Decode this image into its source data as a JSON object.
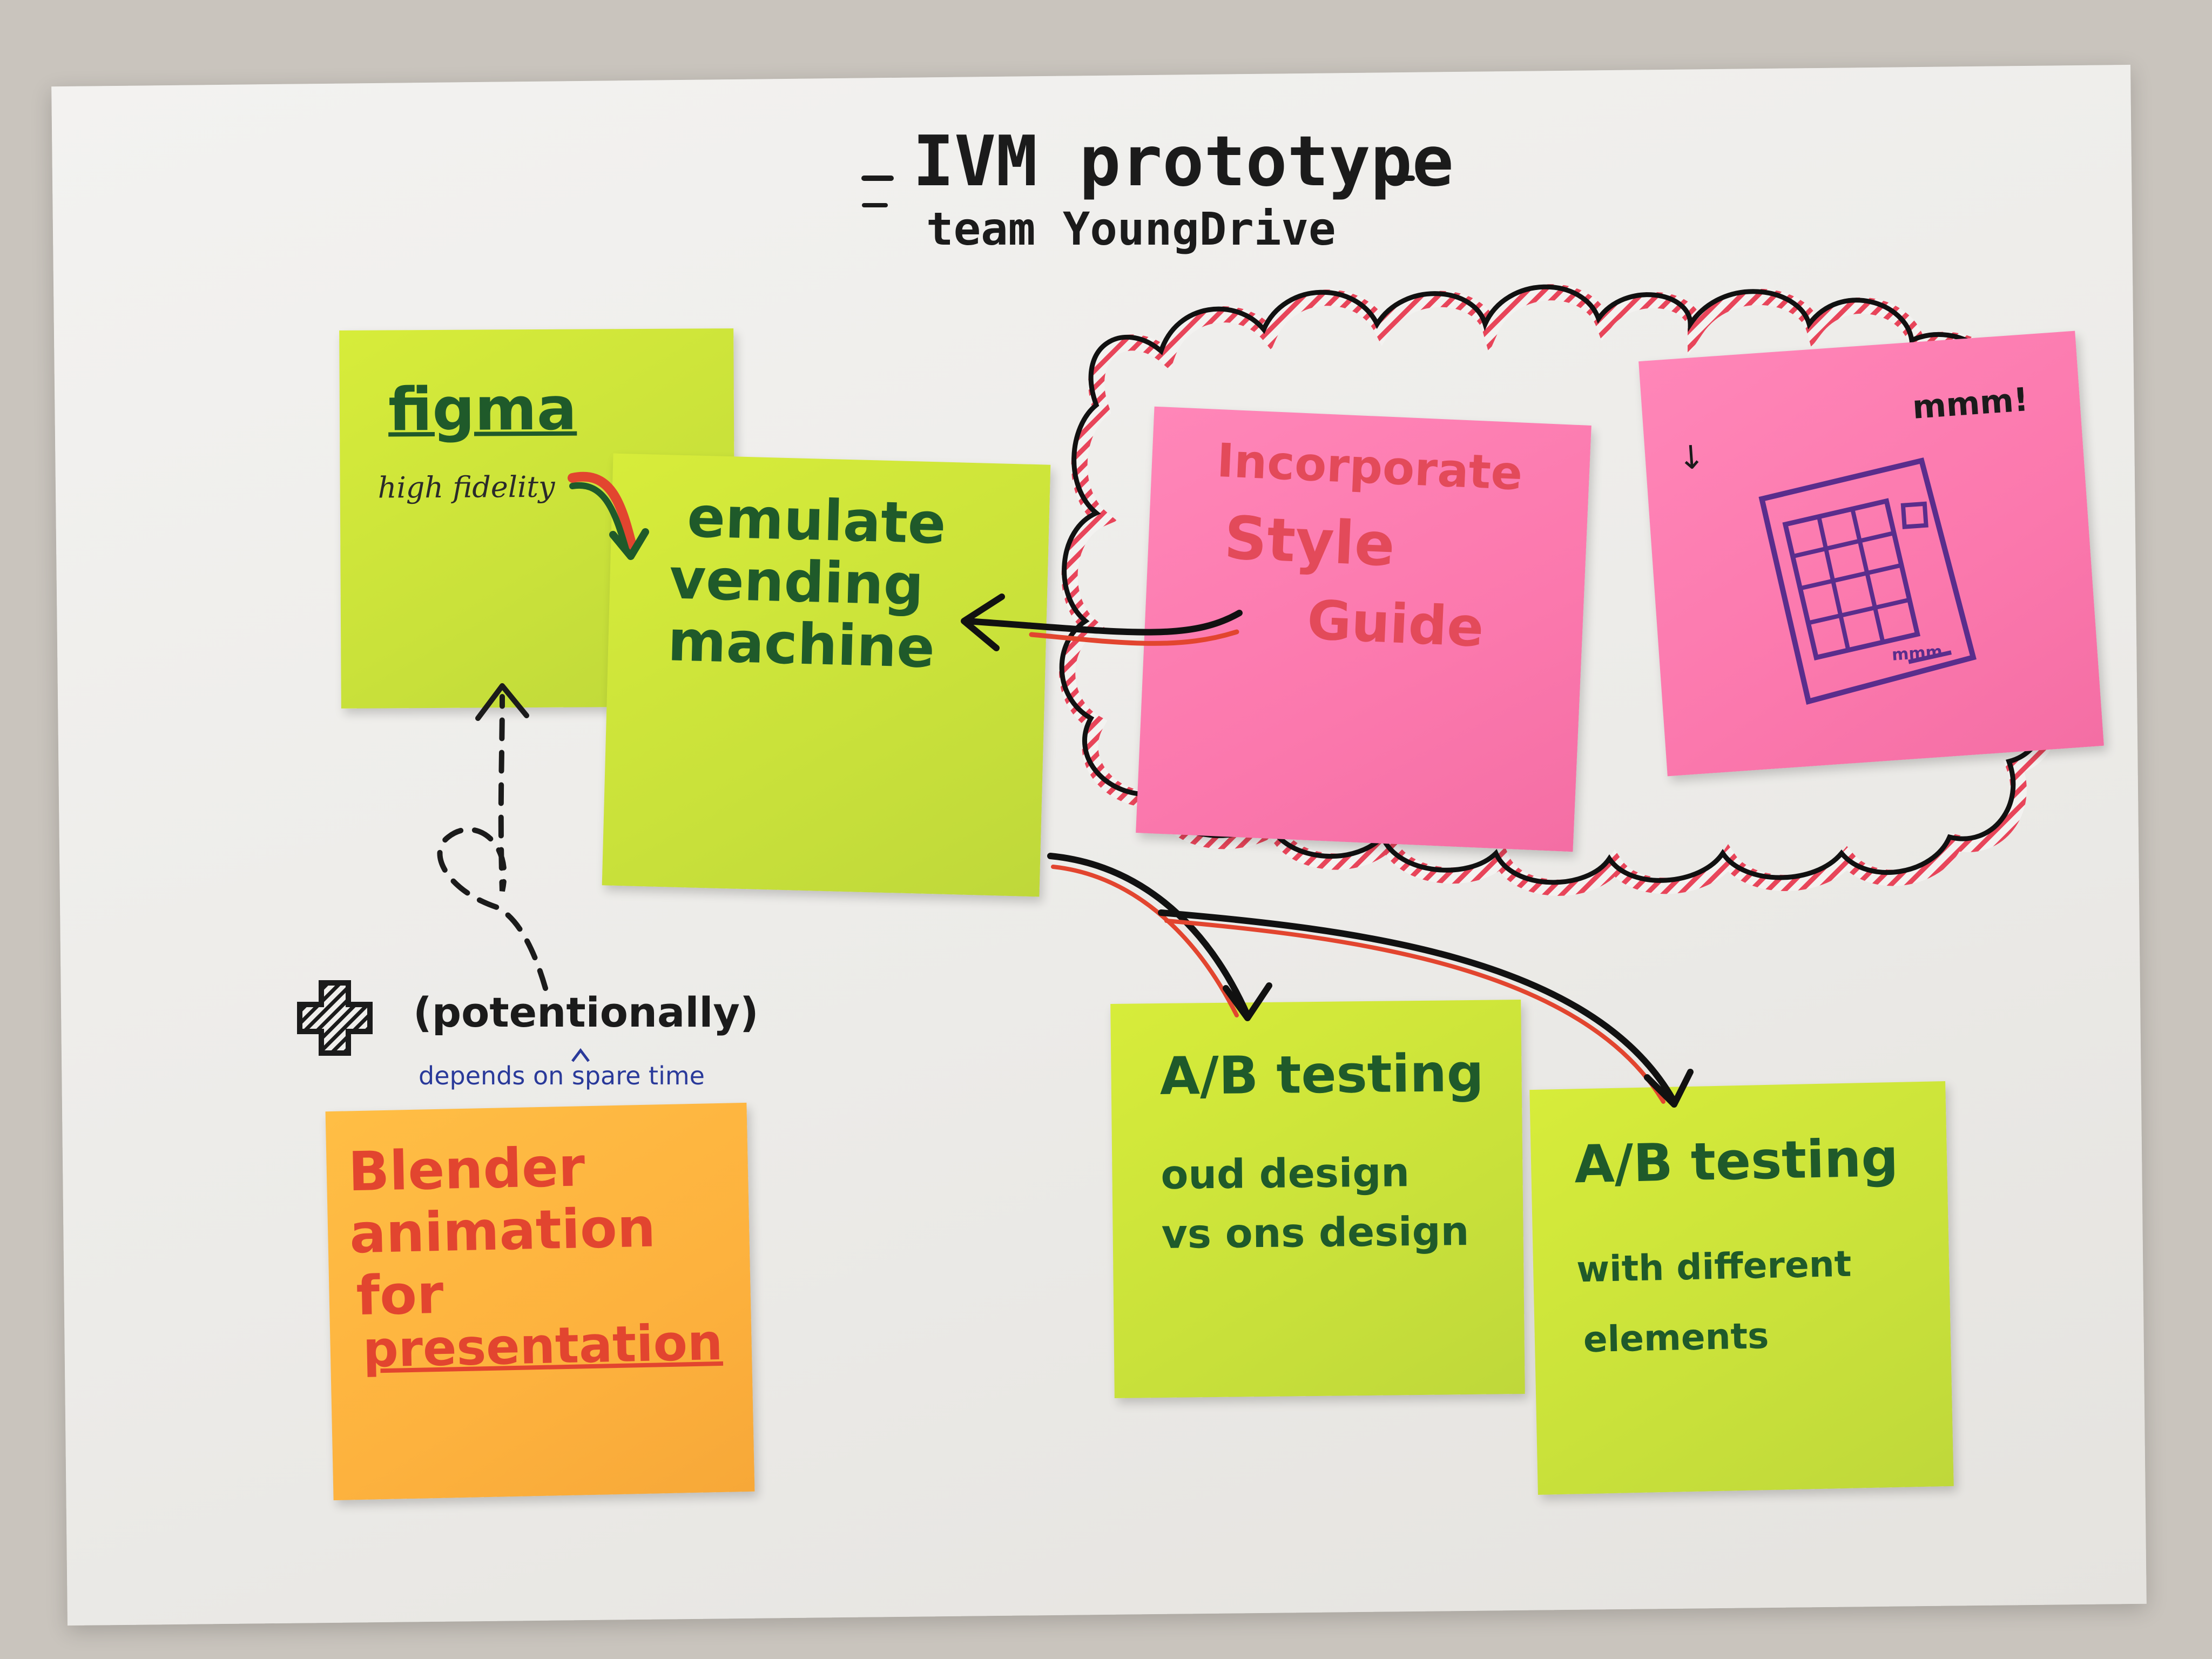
{
  "header": {
    "title": "IVM prototype",
    "subtitle": "team YoungDrive"
  },
  "notes": {
    "figma": {
      "heading": "figma",
      "subtext": "high fidelity"
    },
    "emulate": {
      "line1": "emulate",
      "line2": "vending",
      "line3": "machine"
    },
    "style_guide": {
      "line1": "Incorporate",
      "line2": "Style",
      "line3": "Guide"
    },
    "sketch": {
      "label_top": "mmm!",
      "label_small": "mmm"
    },
    "blender": {
      "line1": "Blender",
      "line2": "animation",
      "line3": "for",
      "line4": "presentation"
    },
    "ab_old": {
      "heading": "A/B testing",
      "line1": "oud design",
      "line2": "vs ons design"
    },
    "ab_elements": {
      "heading": "A/B testing",
      "line1": "with different",
      "line2": "elements"
    }
  },
  "annotations": {
    "potentially": "(potentionally)",
    "depends": "depends on spare time"
  },
  "colors": {
    "lime_note": "#cde43a",
    "pink_note": "#fb78ad",
    "orange_note": "#fdb23e",
    "green_ink": "#1f5a2a",
    "red_ink": "#e2452f",
    "cloud_red": "#e8455a",
    "purple_ink": "#5a2d8c"
  }
}
